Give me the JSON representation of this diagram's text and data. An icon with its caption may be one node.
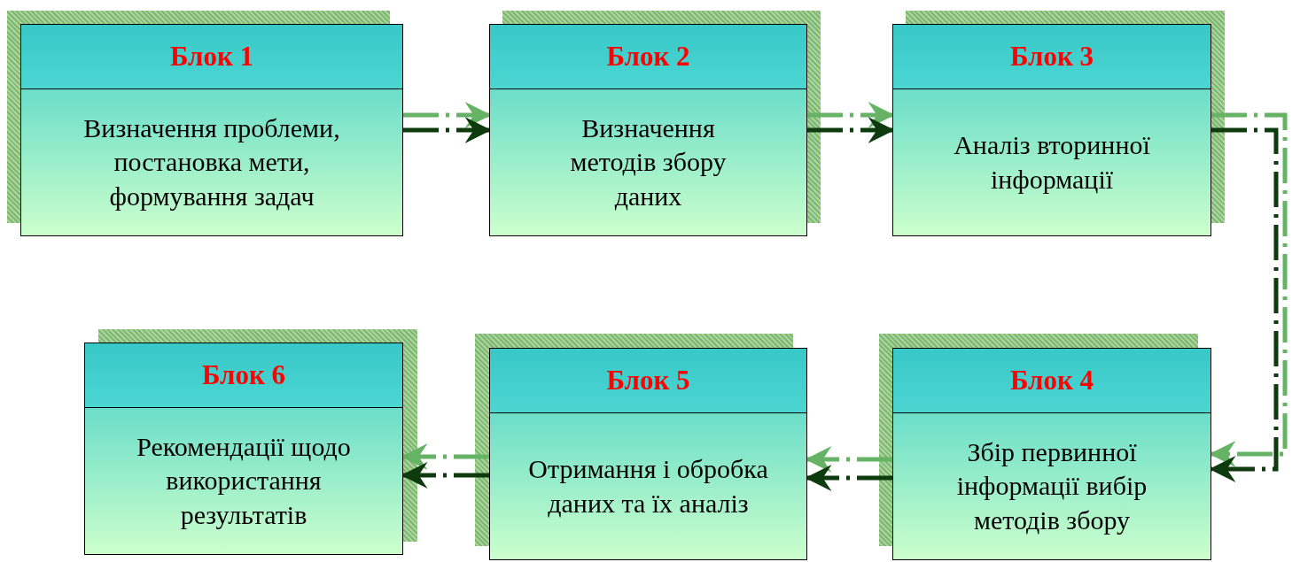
{
  "diagram": {
    "nodes": [
      {
        "text": [
          "Блок 1",
          "Визначення проблеми, постановка мети, формування задач"
        ]
      },
      {
        "text": [
          "Блок 2",
          "Визначення методів збору даних"
        ]
      },
      {
        "text": [
          "Блок 3",
          "Аналіз вторинної інформації"
        ]
      },
      {
        "text": [
          "Блок 4",
          "Збір первинної інформації вибір методів збору"
        ]
      },
      {
        "text": [
          "Блок 5",
          "Отримання і обробка даних та їх аналіз"
        ]
      },
      {
        "text": [
          "Блок 6",
          "Рекомендації щодо використання результатів"
        ]
      }
    ],
    "edges": [
      {
        "from": 0,
        "to": 1,
        "arrow": "to",
        "style": "dashed"
      },
      {
        "from": 1,
        "to": 2,
        "arrow": "to",
        "style": "dashed"
      },
      {
        "from": 2,
        "to": 3,
        "arrow": "to",
        "style": "dashed"
      },
      {
        "from": 3,
        "to": 4,
        "arrow": "to",
        "style": "dashed"
      },
      {
        "from": 4,
        "to": 5,
        "arrow": "to",
        "style": "dashed"
      }
    ]
  }
}
